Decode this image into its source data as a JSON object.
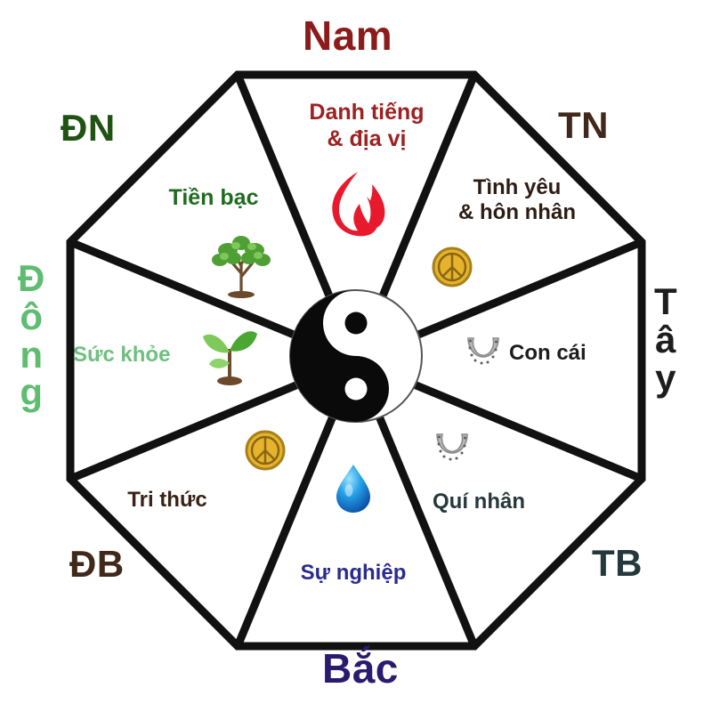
{
  "diagram": {
    "title": "Bat Quai (Bagua) Feng Shui octagon",
    "center_symbol": "yin-yang",
    "colors": {
      "outline": "#111111",
      "nam": "#8c1b1b",
      "tn": "#40281a",
      "tay": "#1d1d1d",
      "tb": "#25383c",
      "bac": "#2b1a6e",
      "db": "#40281a",
      "dong": "#5fbd72",
      "dn": "#1f5312",
      "fire": "#e8192c",
      "water": "#1f7fe0",
      "coin": "#e0a81f",
      "horseshoe": "#a8a8a8",
      "tree": "#4a9a34"
    }
  },
  "directions": [
    {
      "key": "nam",
      "label": "Nam",
      "position": "top"
    },
    {
      "key": "tn",
      "label": "TN",
      "position": "top-right"
    },
    {
      "key": "tay",
      "label": "Tây",
      "position": "right",
      "letters": [
        "T",
        "â",
        "y"
      ]
    },
    {
      "key": "tb",
      "label": "TB",
      "position": "bottom-right"
    },
    {
      "key": "bac",
      "label": "Bắc",
      "position": "bottom"
    },
    {
      "key": "db",
      "label": "ĐB",
      "position": "bottom-left"
    },
    {
      "key": "dong",
      "label": "Đông",
      "position": "left",
      "letters": [
        "Đ",
        "ô",
        "n",
        "g"
      ]
    },
    {
      "key": "dn",
      "label": "ĐN",
      "position": "top-left"
    }
  ],
  "sectors": [
    {
      "key": "danh-tieng",
      "line1": "Danh tiếng",
      "line2": "& địa vị",
      "icon": "fire-icon",
      "direction": "Nam"
    },
    {
      "key": "tinh-yeu",
      "line1": "Tình yêu",
      "line2": "& hôn nhân",
      "icon": "gold-coin-icon",
      "direction": "TN"
    },
    {
      "key": "con-cai",
      "line1": "Con cái",
      "line2": "",
      "icon": "horseshoe-icon",
      "direction": "Tây"
    },
    {
      "key": "qui-nhan",
      "line1": "Quí nhân",
      "line2": "",
      "icon": "horseshoe-icon",
      "direction": "TB"
    },
    {
      "key": "su-nghiep",
      "line1": "Sự nghiệp",
      "line2": "",
      "icon": "water-drop-icon",
      "direction": "Bắc"
    },
    {
      "key": "tri-thuc",
      "line1": "Tri thức",
      "line2": "",
      "icon": "gold-coin-icon",
      "direction": "ĐB"
    },
    {
      "key": "suc-khoe",
      "line1": "Sức khỏe",
      "line2": "",
      "icon": "sprout-icon",
      "direction": "Đông"
    },
    {
      "key": "tien-bac",
      "line1": "Tiền bạc",
      "line2": "",
      "icon": "tree-icon",
      "direction": "ĐN"
    }
  ]
}
